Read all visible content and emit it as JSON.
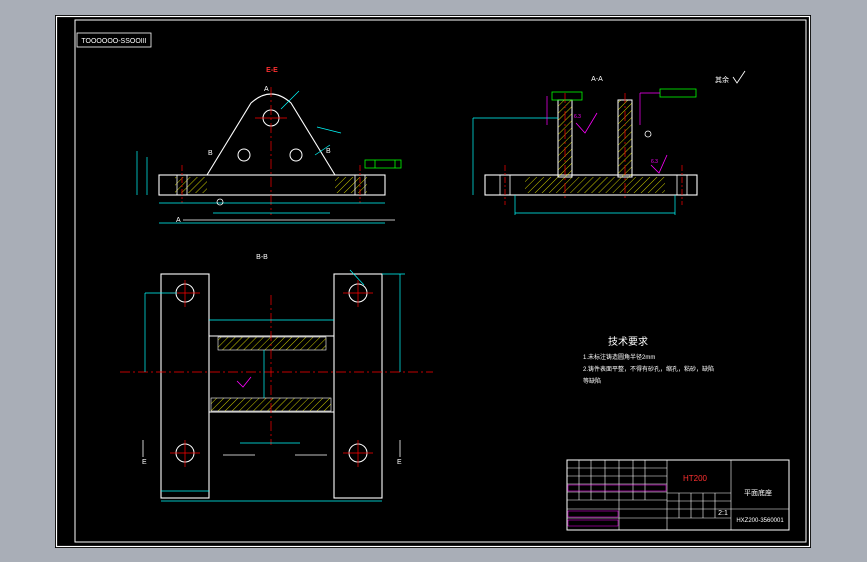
{
  "drawing": {
    "file_code": "TOOOOOO-SSOOIII",
    "section_labels": {
      "ee": "E-E",
      "aa": "A-A",
      "bb": "B-B",
      "a_top": "A",
      "a_bottom": "A",
      "b_left": "B",
      "b_right": "B",
      "e_left": "E",
      "e_right": "E"
    },
    "surface_finish_note": "其余",
    "roughness_values": [
      "6.3",
      "6.3"
    ],
    "tech_requirements": {
      "title": "技术要求",
      "line1": "1.未标注铸造圆角半径2mm",
      "line2": "2.铸件表面平整，不得有砂孔，缩孔，粘砂，缺陷",
      "line3": "等缺陷"
    },
    "title_block": {
      "material": "HT200",
      "part_name": "平面底座",
      "scale": "2:1",
      "drawing_number": "HXZ200-3560001"
    }
  },
  "colors": {
    "background": "#000000",
    "frame": "#ffffff",
    "outline": "#ffffff",
    "dimension": "#00ffff",
    "centerline": "#ff0000",
    "hatch": "#ffff00",
    "annotation": "#ff00ff",
    "tolerance": "#00ff00",
    "label_red": "#ff3030"
  }
}
